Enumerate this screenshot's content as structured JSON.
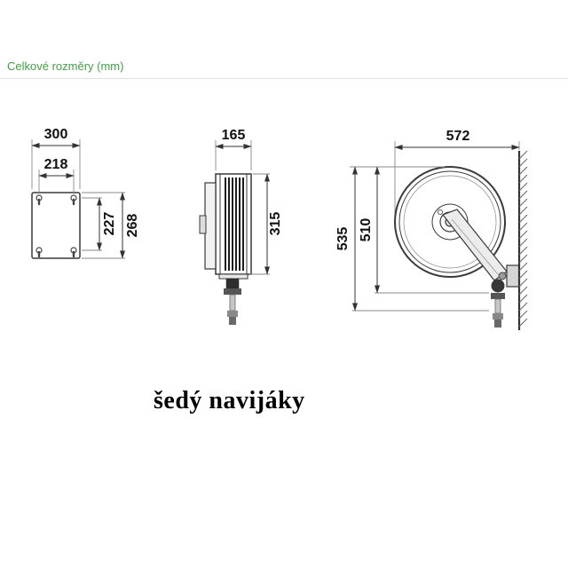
{
  "header": {
    "title": "Celkové rozměry (mm)"
  },
  "caption": "šedý navijáky",
  "colors": {
    "heading_green": "#43a047",
    "drawing_line": "#3a3a3a"
  },
  "drawing": {
    "plate_view": {
      "width_outer": "300",
      "width_holes": "218",
      "height_holes": "227",
      "height_outer": "268"
    },
    "side_view": {
      "width": "165",
      "height": "315"
    },
    "front_view": {
      "width": "572",
      "height_outer": "535",
      "height_inner": "510"
    }
  }
}
